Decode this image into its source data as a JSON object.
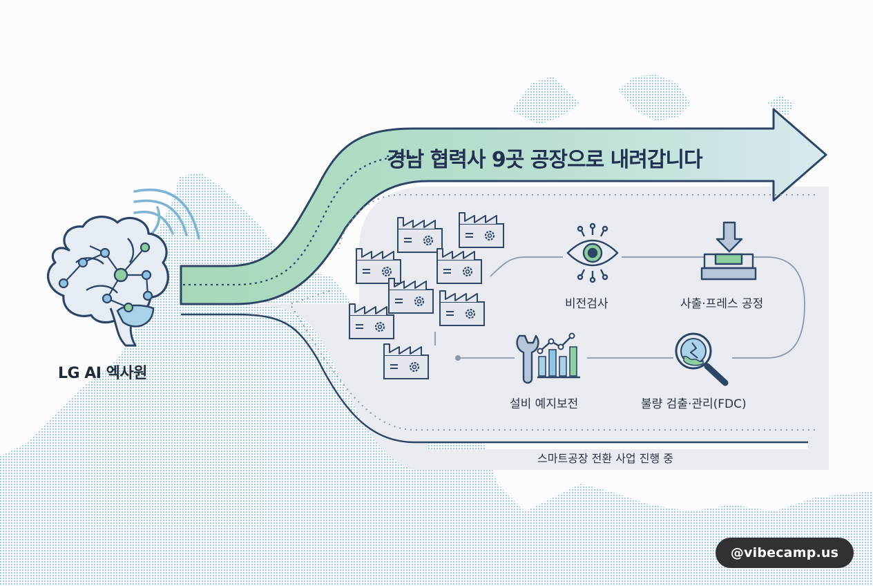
{
  "brain_label": "LG AI 엑사원",
  "arrow_title": "경남 협력사 9곳 공장으로 내려갑니다",
  "steps": {
    "vision": "비전검사",
    "press": "사출·프레스 공정",
    "maintenance": "설비 예지보전",
    "fdc": "불량 검출·관리(FDC)"
  },
  "footer_note": "스마트공장 전환 사업 진행 중",
  "watermark": "@vibecamp.us",
  "factory_count": 9,
  "colors": {
    "navy": "#2c4566",
    "arrow_green": "#9fd4b4",
    "arrow_blue": "#d5e8ec",
    "panel": "#e9ecf0",
    "map_dots": "#9dc6de",
    "accent_green": "#5aa878",
    "accent_blue": "#7db4d4"
  },
  "icons": [
    "brain-network-icon",
    "signal-waves-icon",
    "factory-icon",
    "eye-circuit-icon",
    "press-mold-icon",
    "wrench-icon",
    "chart-icon",
    "magnifier-crack-icon"
  ]
}
